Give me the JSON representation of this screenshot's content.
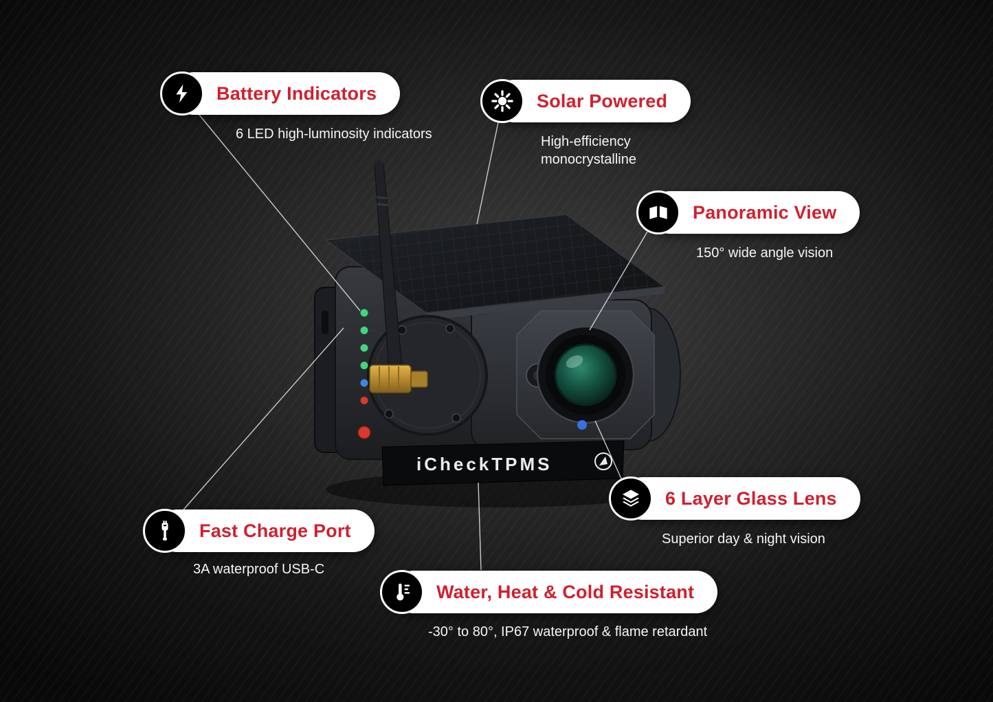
{
  "colors": {
    "accent": "#d21f2e",
    "pill_bg": "#ffffff",
    "subtitle_text": "#f5f5f5",
    "background": "#0a0a0a"
  },
  "device": {
    "brand_label": "iCheckTPMS",
    "led_colors": [
      "#41d57e",
      "#41d57e",
      "#41d57e",
      "#41d57e",
      "#3f86e0",
      "#d8392e"
    ],
    "power_button_color": "#d8392e",
    "status_led_color": "#3c6fde"
  },
  "features": [
    {
      "id": "battery-indicators",
      "icon": "lightning-bolt-icon",
      "title": "Battery Indicators",
      "subtitle": "6 LED high-luminosity indicators"
    },
    {
      "id": "solar-powered",
      "icon": "sun-icon",
      "title": "Solar Powered",
      "subtitle": "High-efficiency monocrystalline"
    },
    {
      "id": "panoramic-view",
      "icon": "panorama-icon",
      "title": "Panoramic View",
      "subtitle": "150° wide angle vision"
    },
    {
      "id": "six-layer-glass-lens",
      "icon": "layers-icon",
      "title": "6 Layer Glass Lens",
      "subtitle": "Superior day & night vision"
    },
    {
      "id": "water-heat-cold-resistant",
      "icon": "thermometer-icon",
      "title": "Water, Heat & Cold Resistant",
      "subtitle": "-30° to 80°, IP67 waterproof & flame retardant"
    },
    {
      "id": "fast-charge-port",
      "icon": "usb-cable-icon",
      "title": "Fast Charge Port",
      "subtitle": "3A waterproof USB-C"
    }
  ]
}
